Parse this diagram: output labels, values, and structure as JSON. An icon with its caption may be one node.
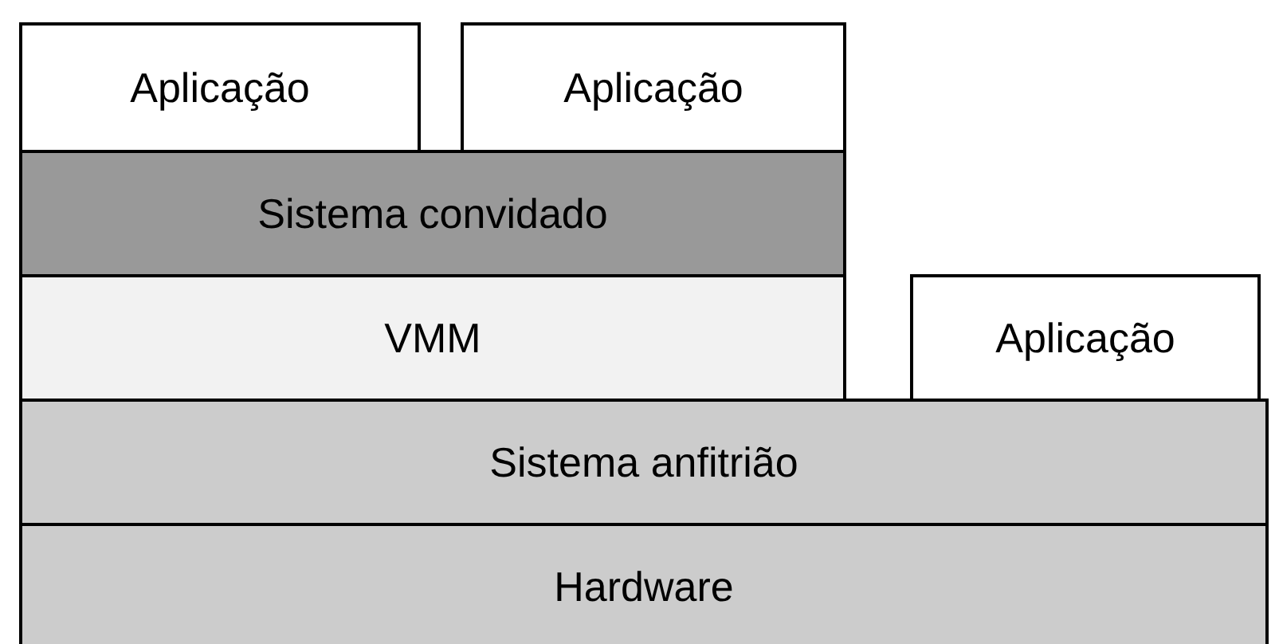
{
  "diagram": {
    "nodes": [
      {
        "text": [
          "Aplicação"
        ]
      },
      {
        "text": [
          "Aplicação"
        ]
      },
      {
        "text": [
          "Sistema convidado"
        ]
      },
      {
        "text": [
          "VMM"
        ]
      },
      {
        "text": [
          "Aplicação"
        ]
      },
      {
        "text": [
          "Sistema anfitrião"
        ]
      },
      {
        "text": [
          "Hardware"
        ]
      }
    ]
  }
}
